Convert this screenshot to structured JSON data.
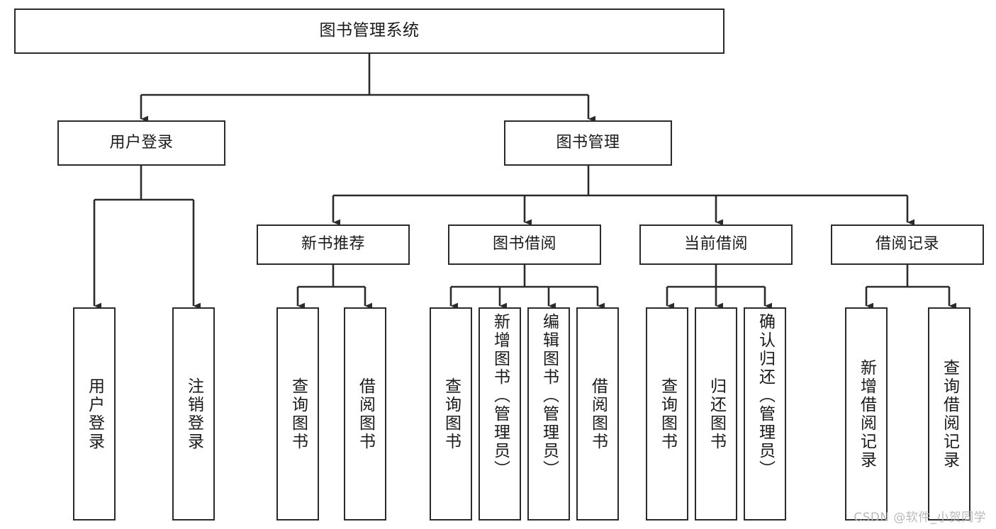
{
  "diagram": {
    "type": "tree-hierarchy",
    "title": "图书管理系统",
    "root": {
      "id": "root",
      "label": "图书管理系统",
      "orientation": "horizontal"
    },
    "level2": [
      {
        "id": "user-login",
        "label": "用户登录",
        "orientation": "horizontal"
      },
      {
        "id": "book-management",
        "label": "图书管理",
        "orientation": "horizontal"
      }
    ],
    "level3": [
      {
        "id": "new-book-recommend",
        "label": "新书推荐",
        "orientation": "horizontal",
        "parent": "book-management"
      },
      {
        "id": "book-borrow",
        "label": "图书借阅",
        "orientation": "horizontal",
        "parent": "book-management"
      },
      {
        "id": "current-borrow",
        "label": "当前借阅",
        "orientation": "horizontal",
        "parent": "book-management"
      },
      {
        "id": "borrow-record",
        "label": "借阅记录",
        "orientation": "horizontal",
        "parent": "book-management"
      }
    ],
    "leaves": [
      {
        "id": "leaf-user-login",
        "label": "用户登录",
        "parent": "user-login",
        "orientation": "vertical"
      },
      {
        "id": "leaf-logout-login",
        "label": "注销登录",
        "parent": "user-login",
        "orientation": "vertical"
      },
      {
        "id": "leaf-query-book-1",
        "label": "查询图书",
        "parent": "new-book-recommend",
        "orientation": "vertical"
      },
      {
        "id": "leaf-borrow-book-1",
        "label": "借阅图书",
        "parent": "new-book-recommend",
        "orientation": "vertical"
      },
      {
        "id": "leaf-query-book-2",
        "label": "查询图书",
        "parent": "book-borrow",
        "orientation": "vertical"
      },
      {
        "id": "leaf-add-book",
        "label": "新增图书（管理员）",
        "parent": "book-borrow",
        "orientation": "vertical"
      },
      {
        "id": "leaf-edit-book",
        "label": "编辑图书（管理员）",
        "parent": "book-borrow",
        "orientation": "vertical"
      },
      {
        "id": "leaf-borrow-book-2",
        "label": "借阅图书",
        "parent": "book-borrow",
        "orientation": "vertical"
      },
      {
        "id": "leaf-query-book-3",
        "label": "查询图书",
        "parent": "current-borrow",
        "orientation": "vertical"
      },
      {
        "id": "leaf-return-book",
        "label": "归还图书",
        "parent": "current-borrow",
        "orientation": "vertical"
      },
      {
        "id": "leaf-confirm-return",
        "label": "确认归还（管理员）",
        "parent": "current-borrow",
        "orientation": "vertical"
      },
      {
        "id": "leaf-add-record",
        "label": "新增借阅记录",
        "parent": "borrow-record",
        "orientation": "vertical"
      },
      {
        "id": "leaf-query-record",
        "label": "查询借阅记录",
        "parent": "borrow-record",
        "orientation": "vertical"
      }
    ],
    "colors": {
      "stroke": "#2b2b2b",
      "fill": "#ffffff",
      "text": "#1a1a1a",
      "watermark": "#b9b9b9"
    }
  },
  "watermark": {
    "text": "CSDN @软件_小贺同学"
  }
}
